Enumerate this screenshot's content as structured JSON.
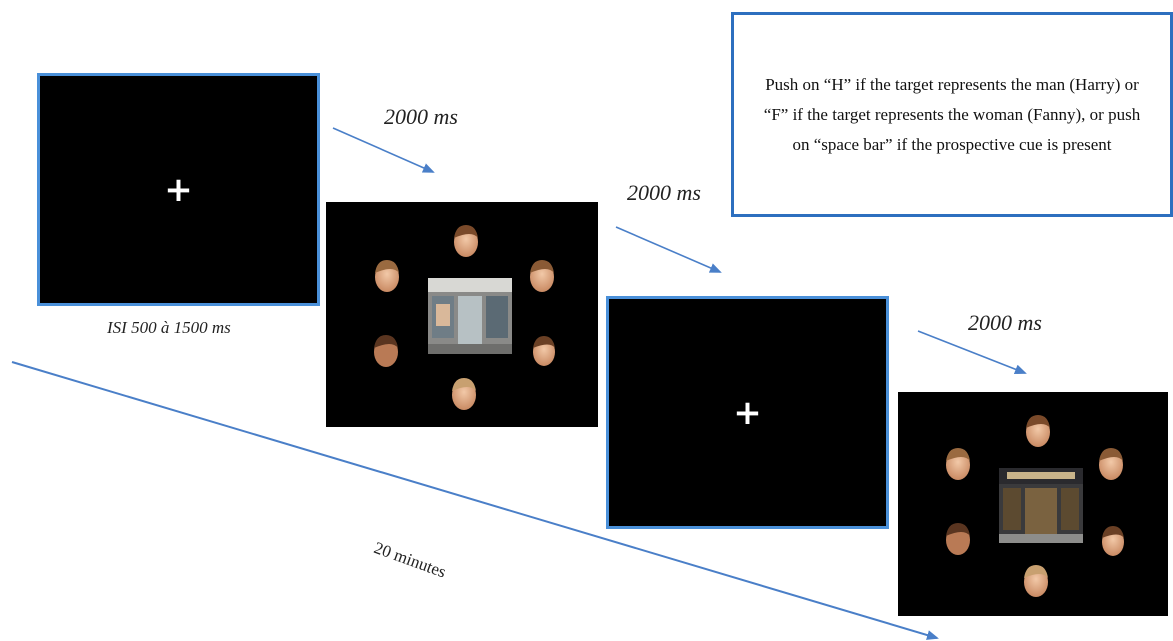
{
  "instructions": "Push on “H” if the target represents the man (Harry) or “F” if the target represents the woman (Fanny), or push on “space bar” if the prospective cue is present",
  "fixation_symbol": "+",
  "isi_label": "ISI 500 à 1500 ms",
  "timing_labels": [
    "2000 ms",
    "2000 ms",
    "2000 ms"
  ],
  "duration_label": "20 minutes",
  "colors": {
    "arrow": "#4a7fc8",
    "frame_border": "#4a90d9",
    "box_border": "#2d6fbf"
  },
  "stimulus_displays": [
    {
      "faces": [
        "face-top",
        "face-upper-left",
        "face-upper-right",
        "face-lower-left",
        "face-lower-right",
        "face-bottom"
      ],
      "center_image": "shop-front-photo"
    },
    {
      "faces": [
        "face-top",
        "face-upper-left",
        "face-upper-right",
        "face-lower-left",
        "face-lower-right",
        "face-bottom"
      ],
      "center_image": "shop-front-photo"
    }
  ]
}
